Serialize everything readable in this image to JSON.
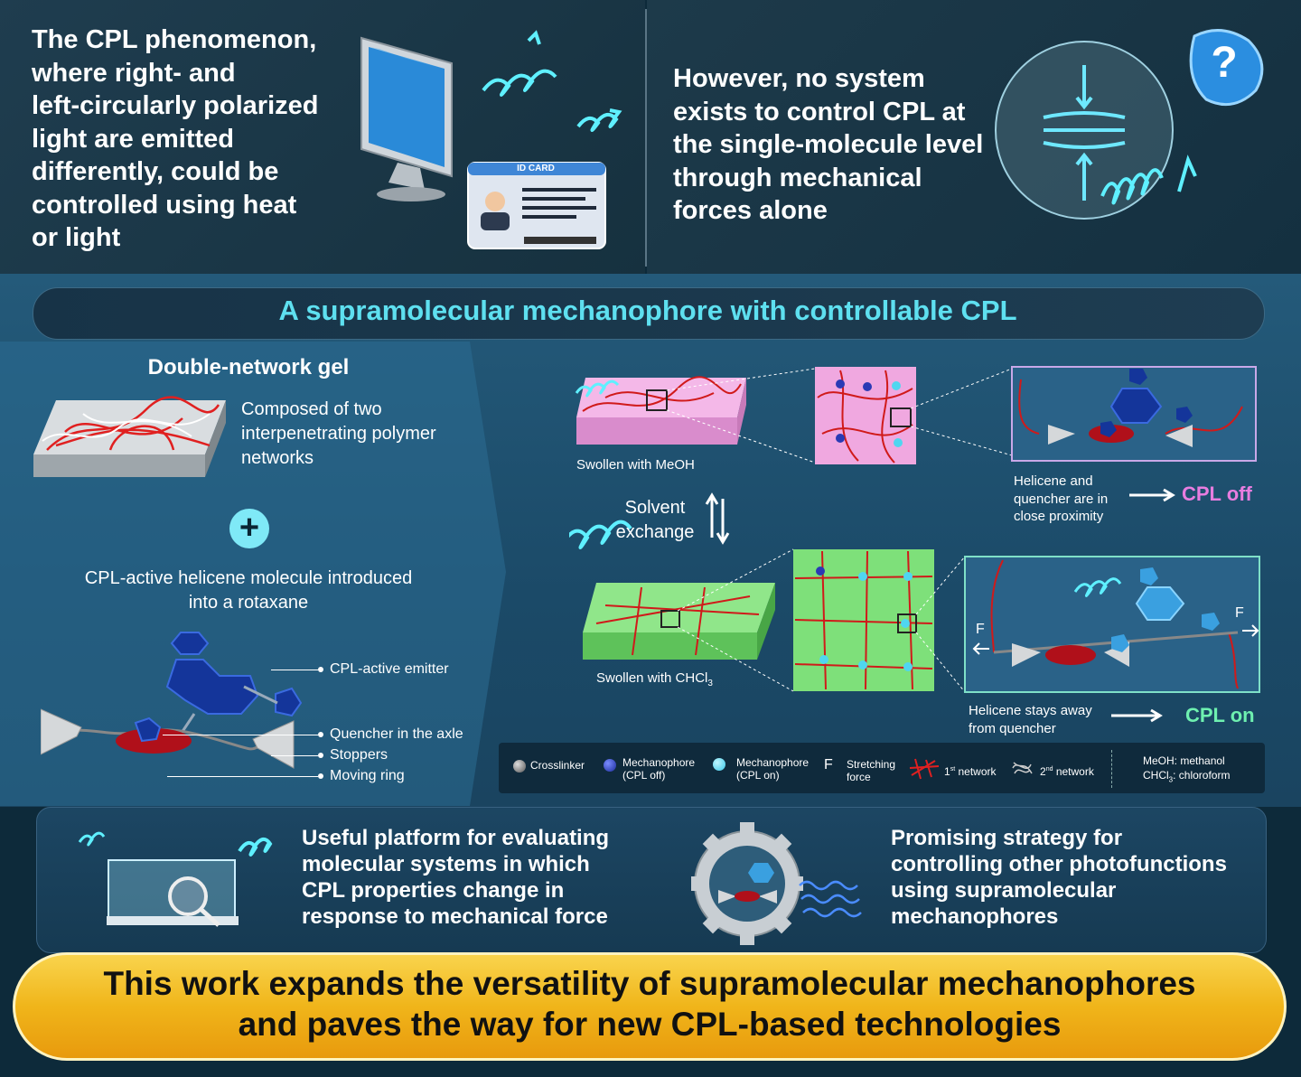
{
  "top": {
    "left_text": [
      "The CPL phenomenon,",
      "where right- and",
      "left-circularly polarized",
      "light are emitted",
      "differently, could be",
      "controlled using heat",
      "or light"
    ],
    "right_text": [
      "However, no system",
      "exists to control CPL at",
      "the single-molecule level",
      "through mechanical",
      "forces alone"
    ],
    "id_card_label": "ID CARD",
    "question_mark": "?"
  },
  "title": "A supramolecular mechanophore with controllable CPL",
  "left_panel": {
    "heading": "Double-network gel",
    "gel_desc": [
      "Composed of two",
      "interpenetrating polymer",
      "networks"
    ],
    "plus": "+",
    "helicene_desc": [
      "CPL-active helicene molecule introduced",
      "into a rotaxane"
    ],
    "labels": {
      "emitter": "CPL-active emitter",
      "quencher": "Quencher in the axle",
      "stoppers": "Stoppers",
      "ring": "Moving ring"
    }
  },
  "right_panel": {
    "swollen_meoh": "Swollen with MeOH",
    "swollen_chcl3": "Swollen with CHCl",
    "chcl3_sub": "3",
    "solvent_exchange": [
      "Solvent",
      "exchange"
    ],
    "off_desc": [
      "Helicene and",
      "quencher are in",
      "close proximity"
    ],
    "cpl_off": "CPL off",
    "on_desc": [
      "Helicene stays away",
      "from quencher"
    ],
    "cpl_on": "CPL on",
    "force_label": "F"
  },
  "legend": {
    "crosslinker": "Crosslinker",
    "mech_off": [
      "Mechanophore",
      "(CPL off)"
    ],
    "mech_on": [
      "Mechanophore",
      "(CPL on)"
    ],
    "force_symbol": "F",
    "stretching": [
      "Stretching",
      "force"
    ],
    "net1": "1",
    "net1_sup": "st",
    "net1_suffix": " network",
    "net2": "2",
    "net2_sup": "nd",
    "net2_suffix": " network",
    "meoh": "MeOH: methanol",
    "chcl3": "CHCl",
    "chcl3_sub": "3",
    "chcl3_suffix": ": chloroform"
  },
  "bottom": {
    "left_text": [
      "Useful platform for evaluating",
      "molecular systems in which",
      "CPL properties change in",
      "response to mechanical force"
    ],
    "right_text": [
      "Promising strategy for",
      "controlling other photofunctions",
      "using supramolecular",
      "mechanophores"
    ]
  },
  "conclusion": [
    "This work expands the versatility of supramolecular mechanophores",
    "and paves the way for new CPL-based technologies"
  ],
  "colors": {
    "title_cyan": "#5ee0f0",
    "cpl_off_pink": "#e87de0",
    "cpl_on_green": "#6ef0b0",
    "conclusion_gold": "#f0b51a"
  }
}
